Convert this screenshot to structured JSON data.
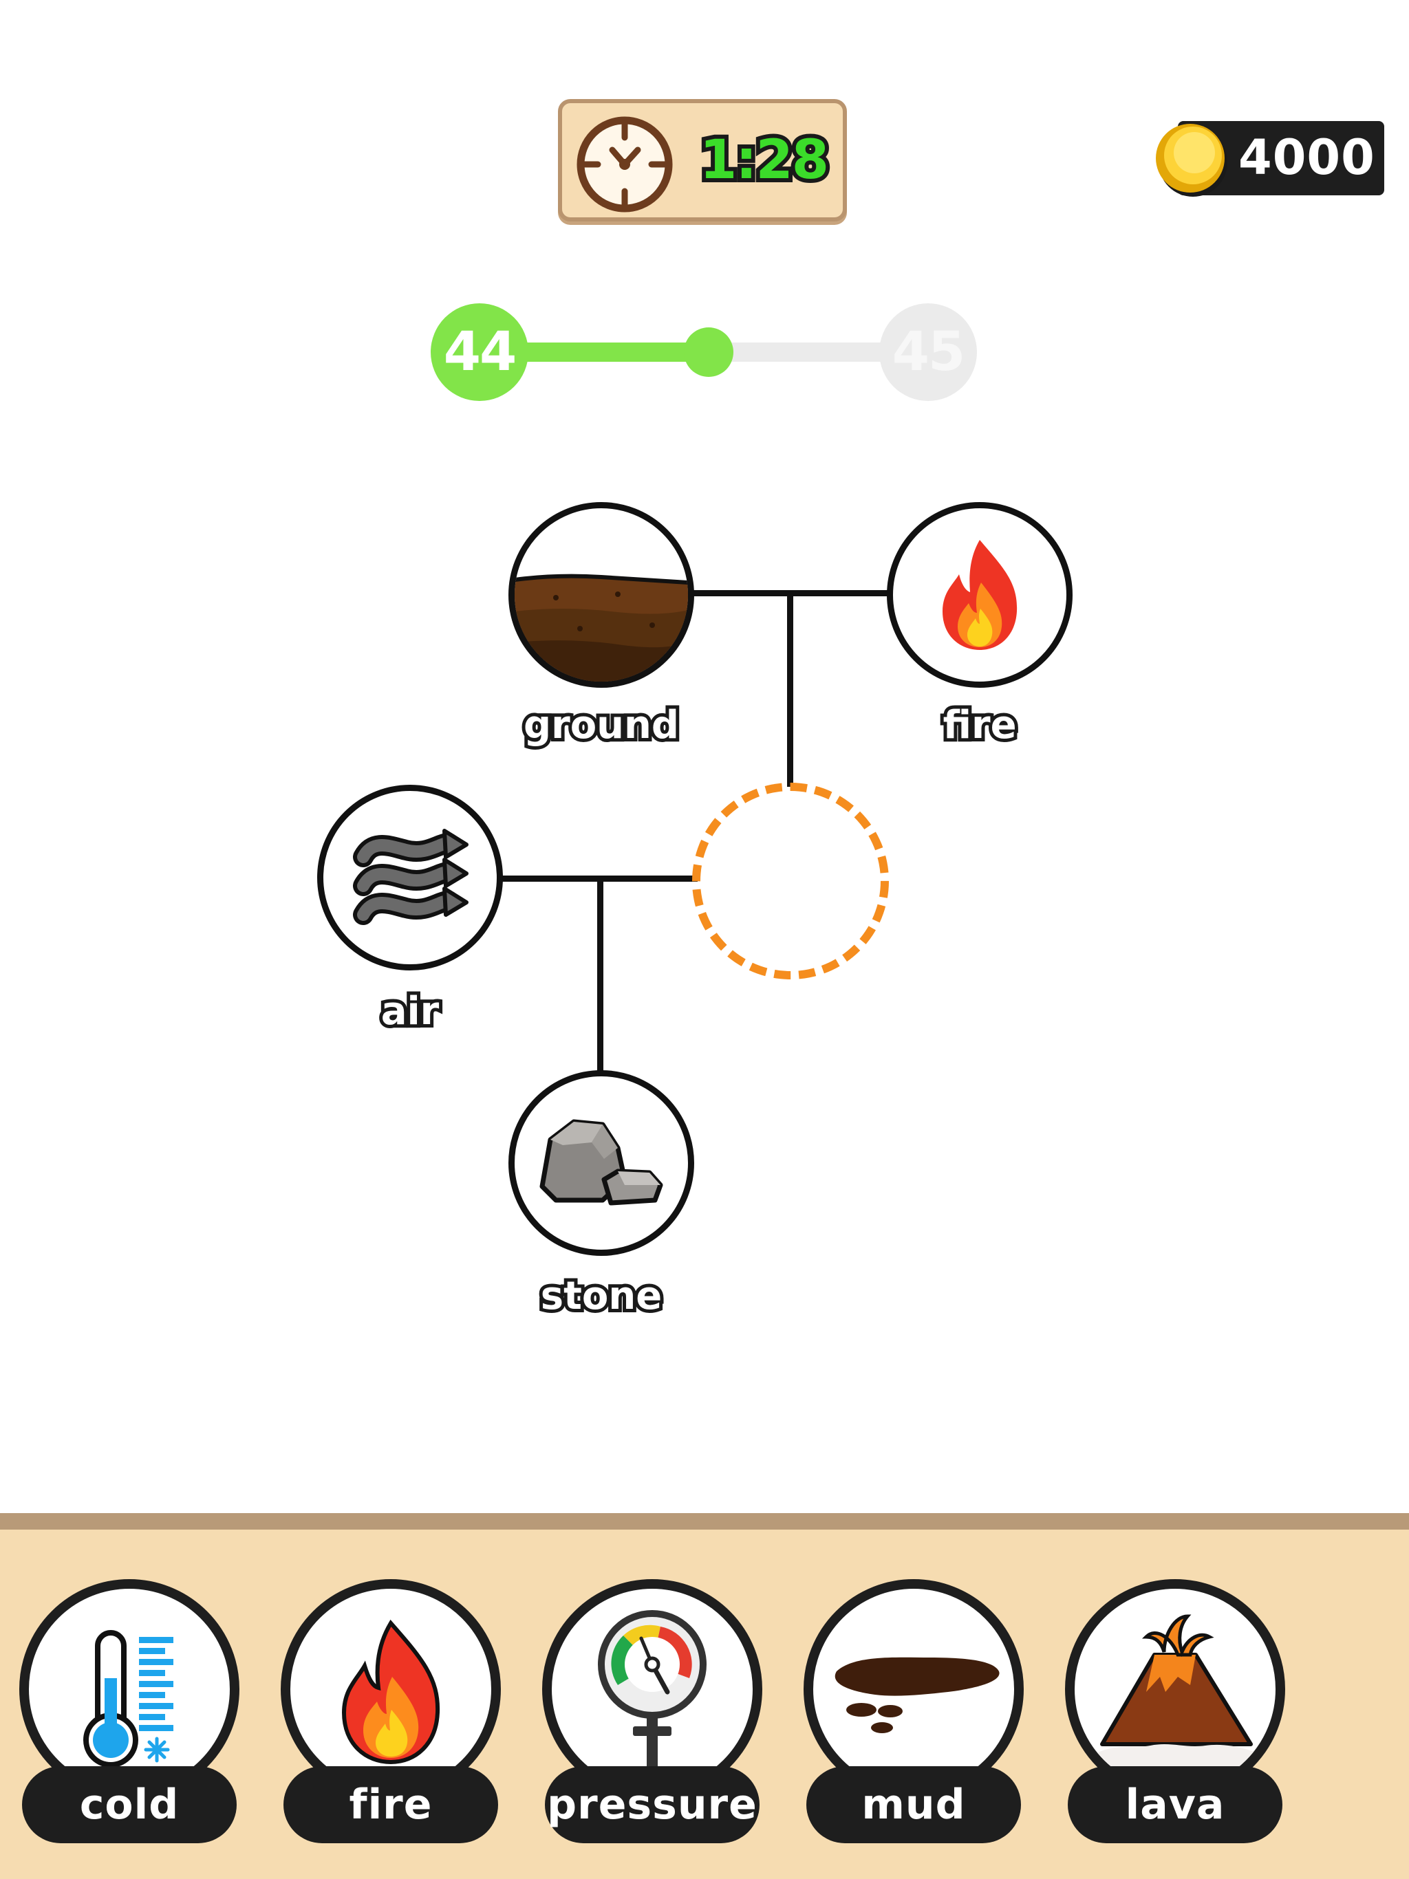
{
  "timer": {
    "value": "1:28",
    "icon": "clock-icon"
  },
  "currency": {
    "coins": "4000",
    "icon": "coin-icon"
  },
  "level_progress": {
    "current_level": "44",
    "next_level": "45",
    "progress": 0.5
  },
  "recipe_tree": {
    "nodes": [
      {
        "id": "ground",
        "label": "ground",
        "icon": "ground-icon"
      },
      {
        "id": "fire",
        "label": "fire",
        "icon": "fire-icon"
      },
      {
        "id": "air",
        "label": "air",
        "icon": "air-icon"
      },
      {
        "id": "stone",
        "label": "stone",
        "icon": "stone-icon"
      }
    ],
    "target": {
      "state": "empty"
    }
  },
  "inventory": {
    "items": [
      {
        "label": "cold",
        "icon": "thermometer-icon"
      },
      {
        "label": "fire",
        "icon": "fire-icon"
      },
      {
        "label": "pressure",
        "icon": "pressure-gauge-icon"
      },
      {
        "label": "mud",
        "icon": "mud-icon"
      },
      {
        "label": "lava",
        "icon": "volcano-icon"
      }
    ]
  },
  "colors": {
    "accent_green": "#82e449",
    "timer_green": "#3bdc2a",
    "target_orange": "#f58d1e",
    "tray_bg": "#f6dcb1",
    "tray_border": "#b89a78"
  }
}
